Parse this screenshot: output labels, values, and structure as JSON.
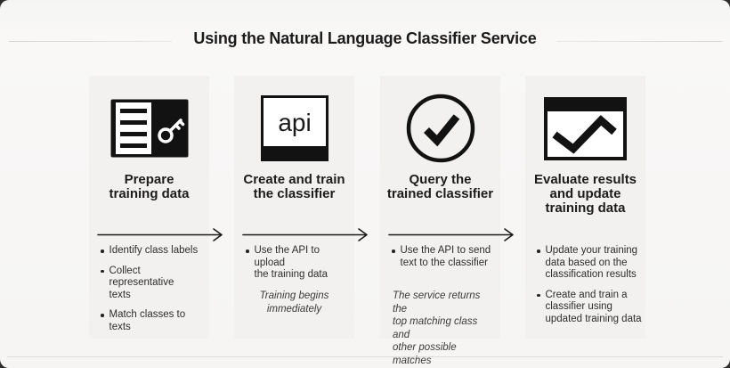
{
  "title": "Using the Natural Language Classifier Service",
  "icons": {
    "step1": "document-key-icon",
    "step2": "api-box-icon",
    "step2_label": "api",
    "step3": "check-circle-icon",
    "step4": "chart-window-icon",
    "flow": "arrow-right-icon"
  },
  "columns": [
    {
      "heading": "Prepare\ntraining data",
      "bullets": [
        "Identify class labels",
        "Collect representative\ntexts",
        "Match classes to texts"
      ],
      "has_arrow": true
    },
    {
      "heading": "Create and train\nthe classifier",
      "bullets": [
        "Use the API to upload\nthe training data"
      ],
      "note": "Training begins\nimmediately",
      "has_arrow": true
    },
    {
      "heading": "Query the\ntrained classifier",
      "bullets": [
        "Use the API to send\ntext to the classifier"
      ],
      "note": "The service returns the\ntop matching class and\nother possible matches",
      "has_arrow": true
    },
    {
      "heading": "Evaluate results\nand update\ntraining data",
      "bullets": [
        "Update your training\ndata based on the\nclassification results",
        "Create and train a\nclassifier using\nupdated training data"
      ],
      "has_arrow": false
    }
  ],
  "colors": {
    "page_background": "#f7f6f5",
    "column_background": "#f2f1ef",
    "ink": "#1b1b1b",
    "divider": "#dcdbd9",
    "edge_background": "#2e2d2c"
  }
}
